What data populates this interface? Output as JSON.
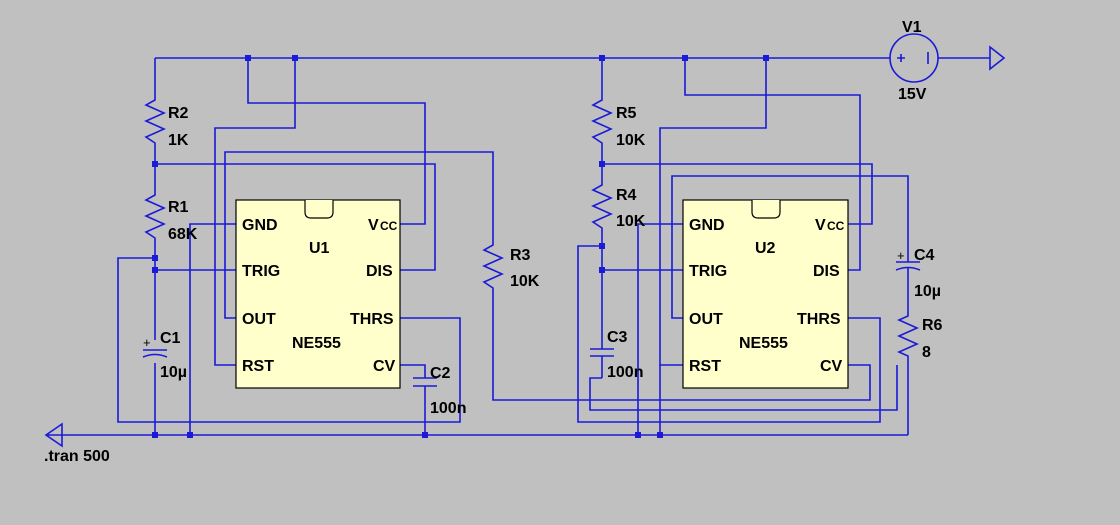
{
  "directive": ".tran 500",
  "source": {
    "ref": "V1",
    "value": "15V",
    "plus": "+"
  },
  "chips": [
    {
      "ref": "U1",
      "model": "NE555",
      "pins": {
        "gnd": "GND",
        "vcc_v": "V",
        "vcc_cc": "CC",
        "trig": "TRIG",
        "dis": "DIS",
        "out": "OUT",
        "thrs": "THRS",
        "rst": "RST",
        "cv": "CV"
      }
    },
    {
      "ref": "U2",
      "model": "NE555",
      "pins": {
        "gnd": "GND",
        "vcc_v": "V",
        "vcc_cc": "CC",
        "trig": "TRIG",
        "dis": "DIS",
        "out": "OUT",
        "thrs": "THRS",
        "rst": "RST",
        "cv": "CV"
      }
    }
  ],
  "resistors": [
    {
      "ref": "R2",
      "value": "1K"
    },
    {
      "ref": "R1",
      "value": "68K"
    },
    {
      "ref": "R3",
      "value": "10K"
    },
    {
      "ref": "R5",
      "value": "10K"
    },
    {
      "ref": "R4",
      "value": "10K"
    },
    {
      "ref": "R6",
      "value": "8"
    }
  ],
  "capacitors": [
    {
      "ref": "C1",
      "value": "10µ",
      "polarity": "+"
    },
    {
      "ref": "C2",
      "value": "100n"
    },
    {
      "ref": "C3",
      "value": "100n"
    },
    {
      "ref": "C4",
      "value": "10µ",
      "polarity": "+"
    }
  ]
}
